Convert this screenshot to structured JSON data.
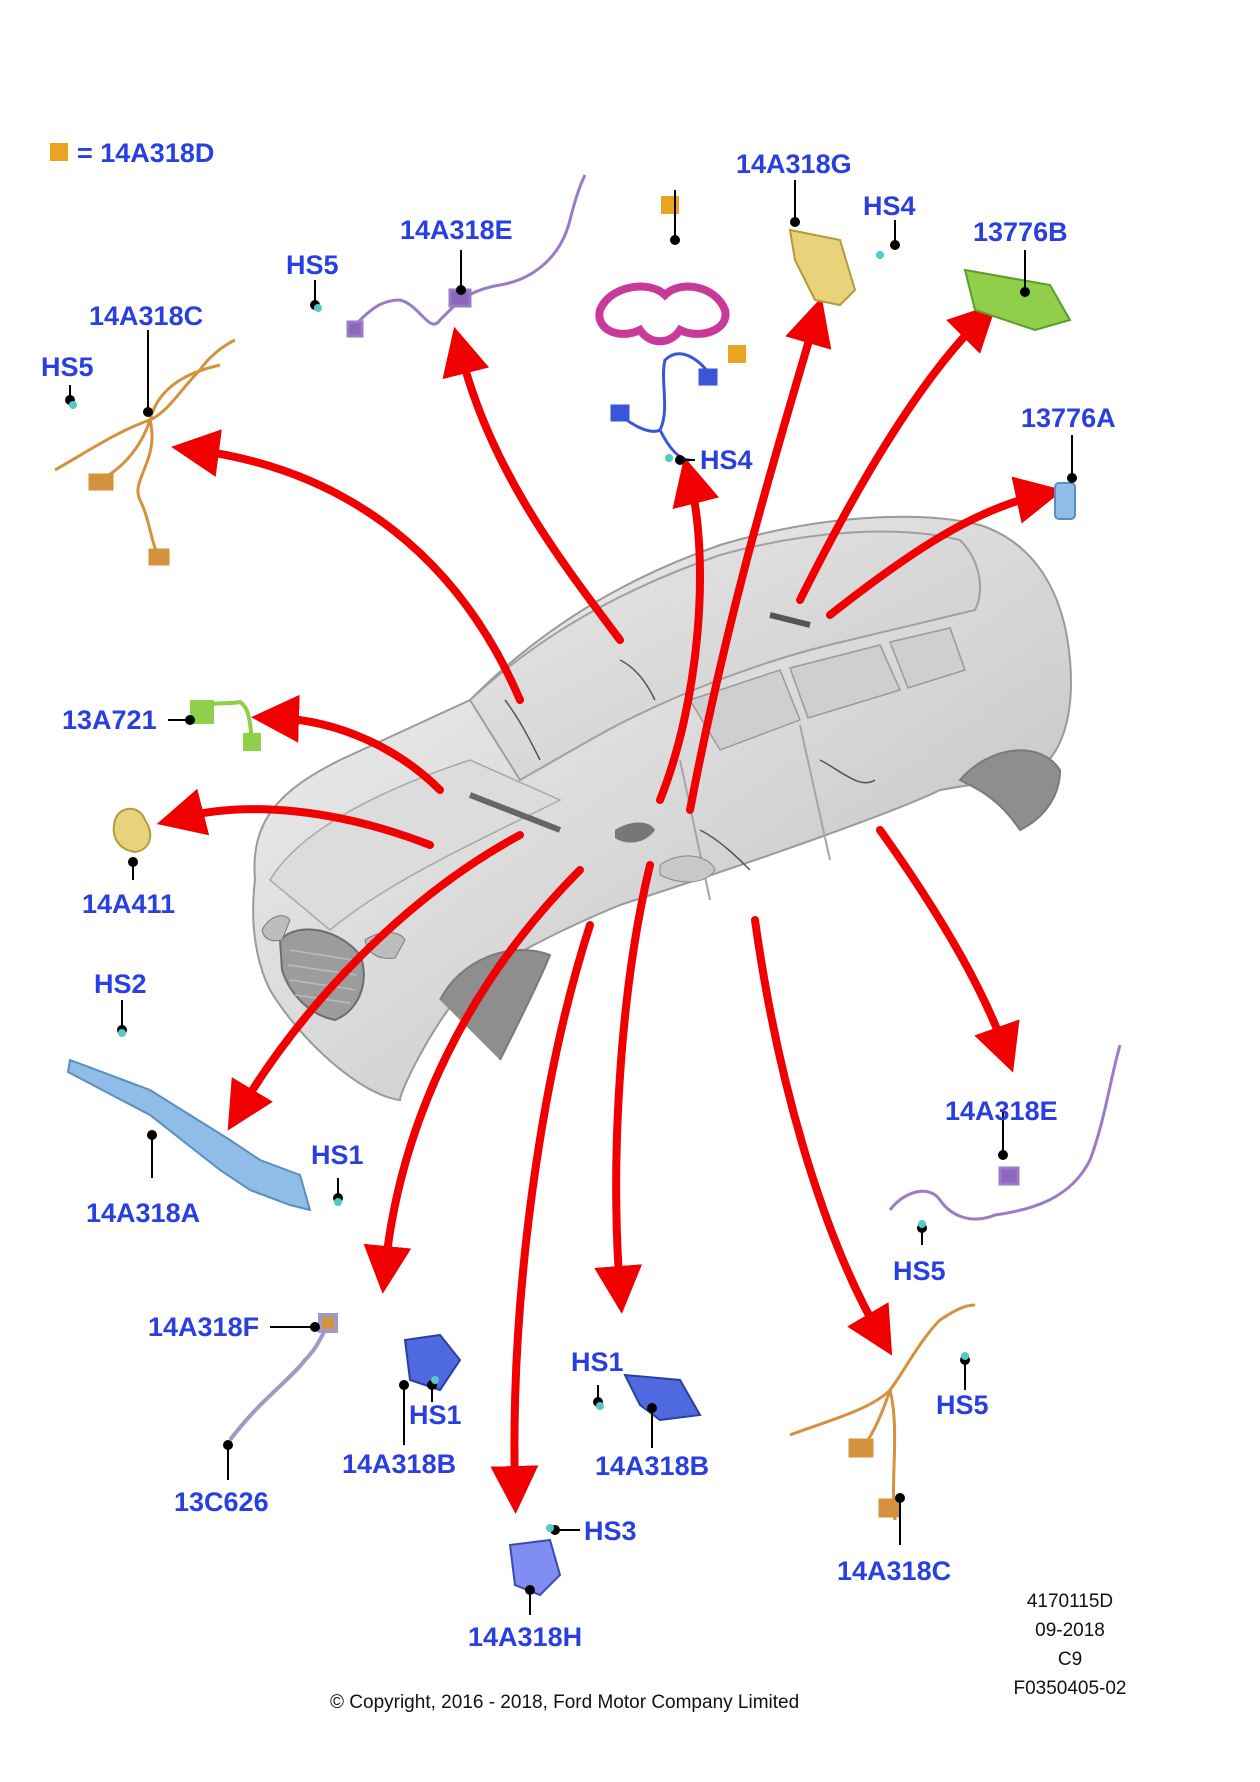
{
  "legend": {
    "color": "#e9a521",
    "text": "= 14A318D"
  },
  "labels": {
    "c_14A318E_top": "14A318E",
    "c_HS5_top": "HS5",
    "c_14A318C_top": "14A318C",
    "c_HS5_left": "HS5",
    "c_14A318G": "14A318G",
    "c_HS4_top": "HS4",
    "c_13776B": "13776B",
    "c_HS4_mid": "HS4",
    "c_13776A": "13776A",
    "c_13A721": "13A721",
    "c_14A411": "14A411",
    "c_HS2": "HS2",
    "c_HS1_a": "HS1",
    "c_14A318A": "14A318A",
    "c_14A318E_right": "14A318E",
    "c_HS5_right": "HS5",
    "c_14A318F": "14A318F",
    "c_13C626": "13C626",
    "c_HS1_b": "HS1",
    "c_14A318B_a": "14A318B",
    "c_HS1_c": "HS1",
    "c_14A318B_b": "14A318B",
    "c_HS3": "HS3",
    "c_14A318H": "14A318H",
    "c_HS5_br": "HS5",
    "c_14A318C_br": "14A318C"
  },
  "info": {
    "line1": "4170115D",
    "line2": "09-2018",
    "line3": "C9",
    "line4": "F0350405-02"
  },
  "copyright": "© Copyright, 2016 - 2018, Ford Motor Company Limited",
  "colors": {
    "label_blue": "#2a3fe0",
    "arrow_red": "#f00000",
    "harness_orange": "#d4923f",
    "harness_purple": "#9b7bc4",
    "harness_blue": "#3a55d8",
    "harness_green": "#8fcf4a",
    "harness_yellow": "#e8d27a",
    "harness_lightblue": "#8fbde8",
    "seal_magenta": "#c8399a",
    "connector_cyan": "#55c8c8"
  }
}
